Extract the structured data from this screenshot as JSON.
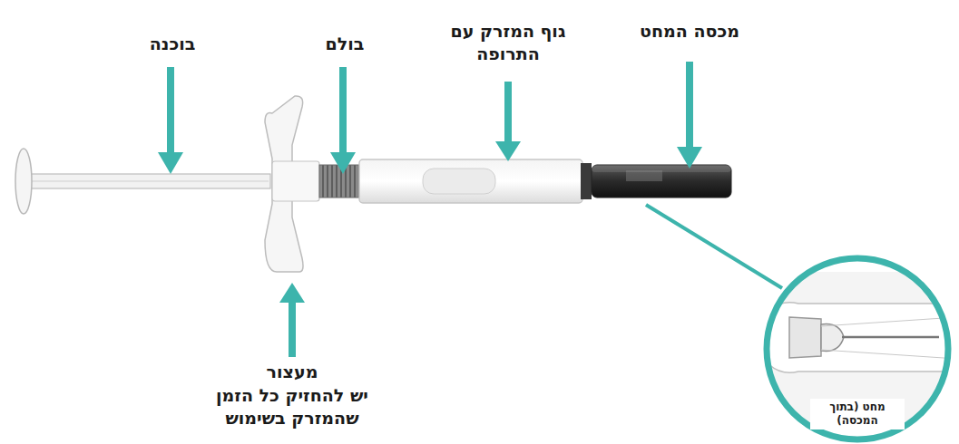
{
  "diagram": {
    "labels": [
      "בוכנה",
      "בולם",
      "גוף המזרק עם התרופה",
      "מכסה המחט",
      "מעצור",
      "יש להחזיק כל הזמן שהמזרק בשימוש",
      "מחט (בתוך המכסה)"
    ]
  }
}
